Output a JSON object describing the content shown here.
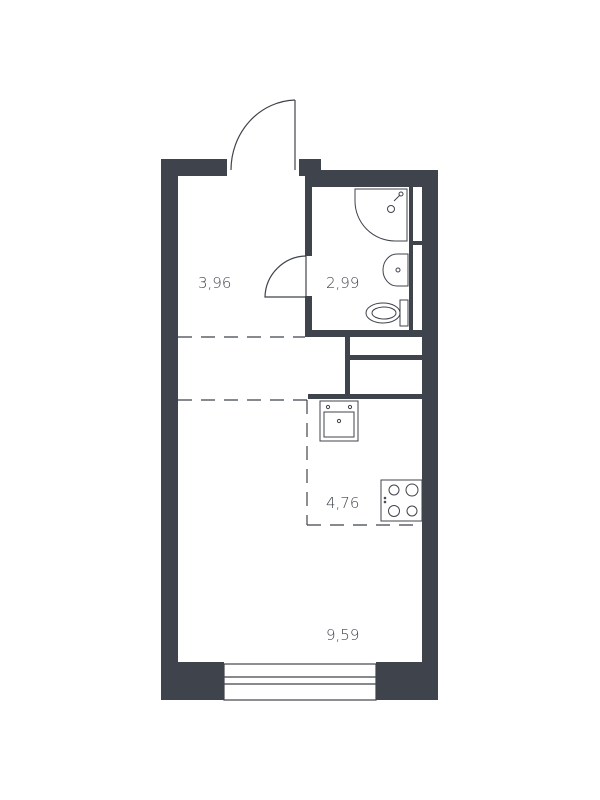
{
  "floor_plan": {
    "rooms": [
      {
        "id": "hallway",
        "area": "3,96"
      },
      {
        "id": "bathroom",
        "area": "2,99"
      },
      {
        "id": "kitchen",
        "area": "4,76"
      },
      {
        "id": "living-room",
        "area": "9,59"
      }
    ],
    "colors": {
      "wall": "#3f434b",
      "background": "#ffffff"
    }
  }
}
